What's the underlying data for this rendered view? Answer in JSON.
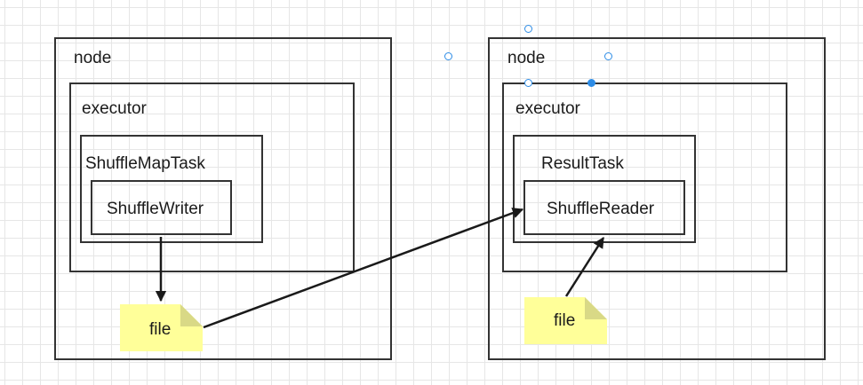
{
  "left_node": {
    "label": "node",
    "executor": {
      "label": "executor",
      "task": {
        "label": "ShuffleMapTask",
        "inner_label": "ShuffleWriter"
      }
    },
    "file_label": "file"
  },
  "right_node": {
    "label": "node",
    "executor": {
      "label": "executor",
      "task": {
        "label": "ResultTask",
        "inner_label": "ShuffleReader"
      }
    },
    "file_label": "file"
  },
  "colors": {
    "stroke": "#333333",
    "note_fill": "#ffff99",
    "selection_handle": "#2d8ce6",
    "grid": "#e6e6e6"
  }
}
